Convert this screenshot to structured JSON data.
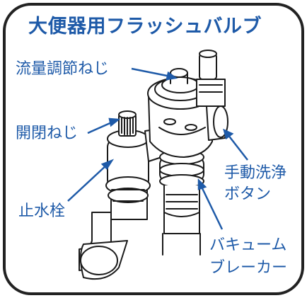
{
  "diagram": {
    "title": "大便器用フラッシュバルブ",
    "labels": {
      "flow_screw": "流量調節ねじ",
      "open_close_screw": "開閉ねじ",
      "stop_valve": "止水栓",
      "hand_wash_button_line1": "手動洗浄",
      "hand_wash_button_line2": "ボタン",
      "vacuum_breaker_line1": "バキューム",
      "vacuum_breaker_line2": "ブレーカー"
    }
  },
  "colors": {
    "accent": "#1e5aa8",
    "frame": "#222222",
    "line_art": "#1a1a1a"
  }
}
